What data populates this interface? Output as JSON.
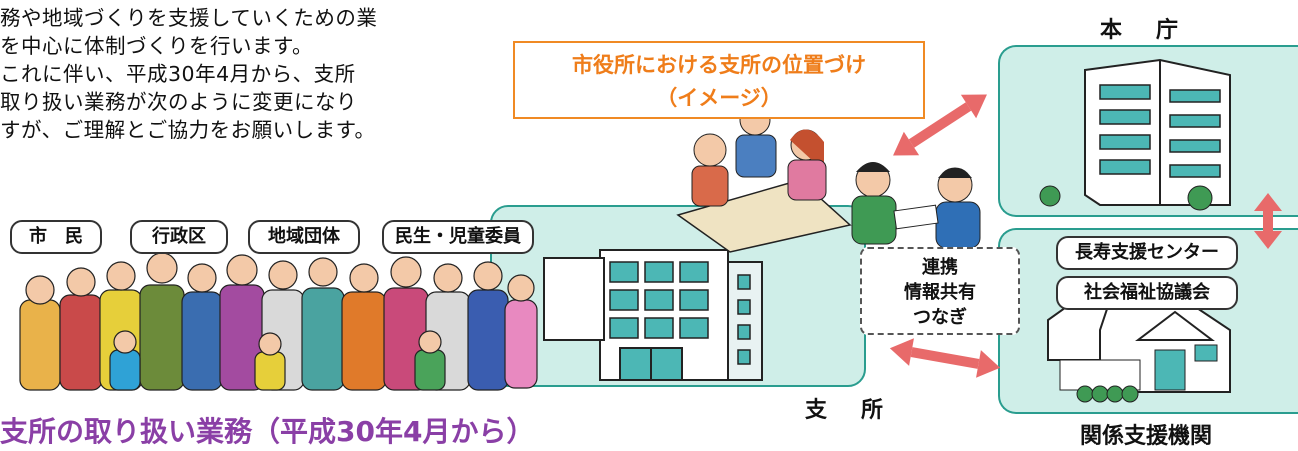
{
  "intro": {
    "lines": [
      "務や地域づくりを支援していくための業",
      "を中心に体制づくりを行います。",
      "これに伴い、平成30年4月から、支所",
      "取り扱い業務が次のように変更になり",
      "すが、ご理解とご協力をお願いします。"
    ]
  },
  "diagram": {
    "title_line1": "市役所における支所の位置づけ",
    "title_line2": "（イメージ）",
    "citizen_labels": [
      "市　民",
      "行政区",
      "地域団体",
      "民生・児童委員"
    ],
    "branch_label": "支　所",
    "headquarters_label": "本　庁",
    "support_org_label": "関係支援機関",
    "support_org_items": [
      "長寿支援センター",
      "社会福祉協議会"
    ],
    "link_box_lines": [
      "連携",
      "情報共有",
      "つなぎ"
    ]
  },
  "section_title": "支所の取り扱い業務（平成30年4月から）",
  "colors": {
    "teal_fill": "#cfeee8",
    "teal_border": "#2a9d8f",
    "orange": "#ef7d1a",
    "arrow_pink": "#e86a6a",
    "section_purple": "#8a3fa6"
  }
}
